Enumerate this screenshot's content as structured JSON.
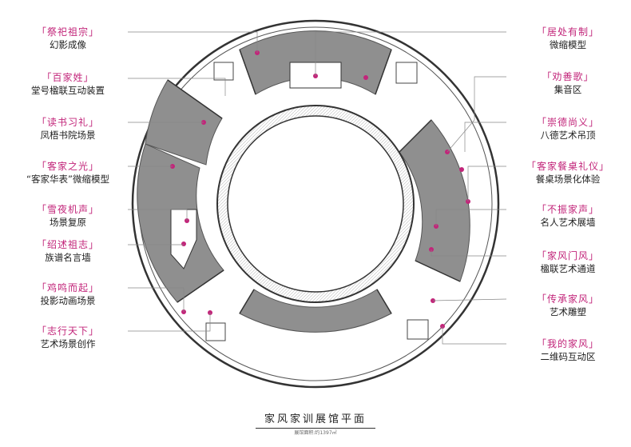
{
  "left_labels": [
    {
      "title": "「祭祀祖宗」",
      "sub": "幻影成像"
    },
    {
      "title": "「百家姓」",
      "sub": "堂号楹联互动装置"
    },
    {
      "title": "「读书习礼」",
      "sub": "凤梧书院场景"
    },
    {
      "title": "「客家之光」",
      "sub": "“客家华表”微缩模型"
    },
    {
      "title": "「雪夜机声」",
      "sub": "场景复原"
    },
    {
      "title": "「绍述祖志」",
      "sub": "族谱名言墙"
    },
    {
      "title": "「鸡鸣而起」",
      "sub": "投影动画场景"
    },
    {
      "title": "「志行天下」",
      "sub": "艺术场景创作"
    }
  ],
  "right_labels": [
    {
      "title": "「居处有制」",
      "sub": "微缩模型"
    },
    {
      "title": "「劝善歌」",
      "sub": "集音区"
    },
    {
      "title": "「崇德尚义」",
      "sub": "八德艺术吊顶"
    },
    {
      "title": "「客家餐桌礼仪」",
      "sub": "餐桌场景化体验"
    },
    {
      "title": "「不振家声」",
      "sub": "名人艺术展墙"
    },
    {
      "title": "「家风门风」",
      "sub": "楹联艺术通道"
    },
    {
      "title": "「传承家风」",
      "sub": "艺术雕塑"
    },
    {
      "title": "「我的家风」",
      "sub": "二维码互动区"
    }
  ],
  "caption": {
    "title": "家风家训展馆平面",
    "line1": "展馆面积:约1397㎡",
    "line2": ""
  },
  "colors": {
    "accent": "#c2257a",
    "zone_fill": "#8f8f8f",
    "wall": "#333333"
  }
}
